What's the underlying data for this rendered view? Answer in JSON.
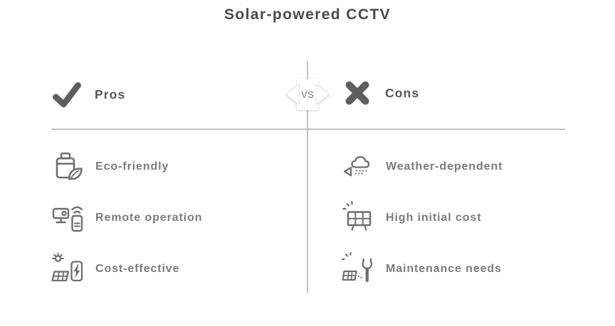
{
  "title": "Solar-powered CCTV",
  "divider": {
    "vs_label": "VS"
  },
  "pros": {
    "header": "Pros",
    "header_icon": "check-icon",
    "items": [
      {
        "label": "Eco-friendly",
        "icon": "battery-leaf-icon"
      },
      {
        "label": "Remote operation",
        "icon": "cctv-remote-icon"
      },
      {
        "label": "Cost-effective",
        "icon": "solar-charger-bolt-icon"
      }
    ]
  },
  "cons": {
    "header": "Cons",
    "header_icon": "cross-icon",
    "items": [
      {
        "label": "Weather-dependent",
        "icon": "cloud-rain-arrow-icon"
      },
      {
        "label": "High initial cost",
        "icon": "solar-panel-icon"
      },
      {
        "label": "Maintenance needs",
        "icon": "solar-panel-wrench-icon"
      }
    ]
  },
  "colors": {
    "title_text": "#4a4a4a",
    "header_text": "#575757",
    "item_text": "#7b7b7b",
    "icon": "#6f6f6f",
    "line": "#c2c2c2",
    "background": "#ffffff"
  }
}
